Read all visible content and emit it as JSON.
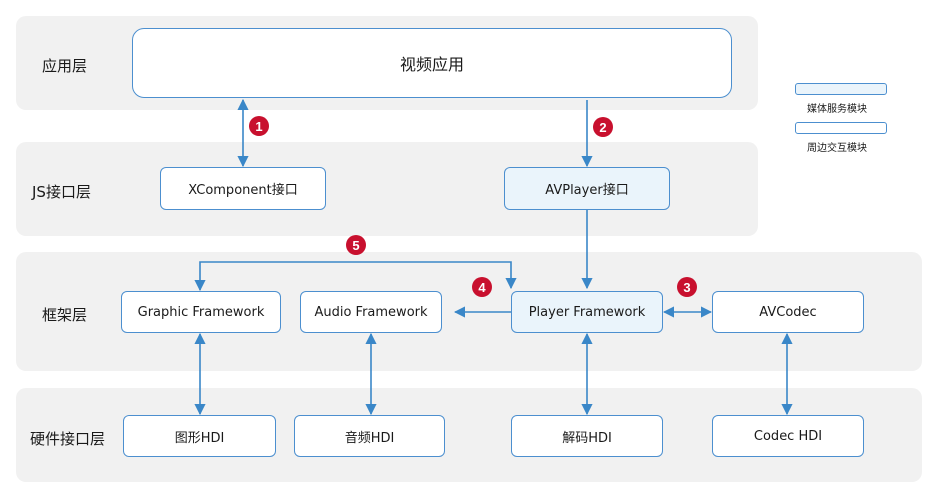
{
  "layers": {
    "app": "应用层",
    "js": "JS接口层",
    "framework": "框架层",
    "hardware": "硬件接口层"
  },
  "modules": {
    "video_app": "视频应用",
    "xcomponent": "XComponent接口",
    "avplayer": "AVPlayer接口",
    "graphic": "Graphic Framework",
    "audio": "Audio Framework",
    "player": "Player Framework",
    "avcodec": "AVCodec",
    "graphic_hdi": "图形HDI",
    "audio_hdi": "音频HDI",
    "decode_hdi": "解码HDI",
    "codec_hdi": "Codec HDI"
  },
  "legend": {
    "media_service": "媒体服务模块",
    "peripheral": "周边交互模块"
  },
  "steps": [
    "1",
    "2",
    "3",
    "4",
    "5"
  ],
  "colors": {
    "band": "#f1f1f1",
    "border": "#4c8fcf",
    "arrow": "#3a87c8",
    "media_fill": "#eaf4fb",
    "step_badge": "#c8102e"
  }
}
